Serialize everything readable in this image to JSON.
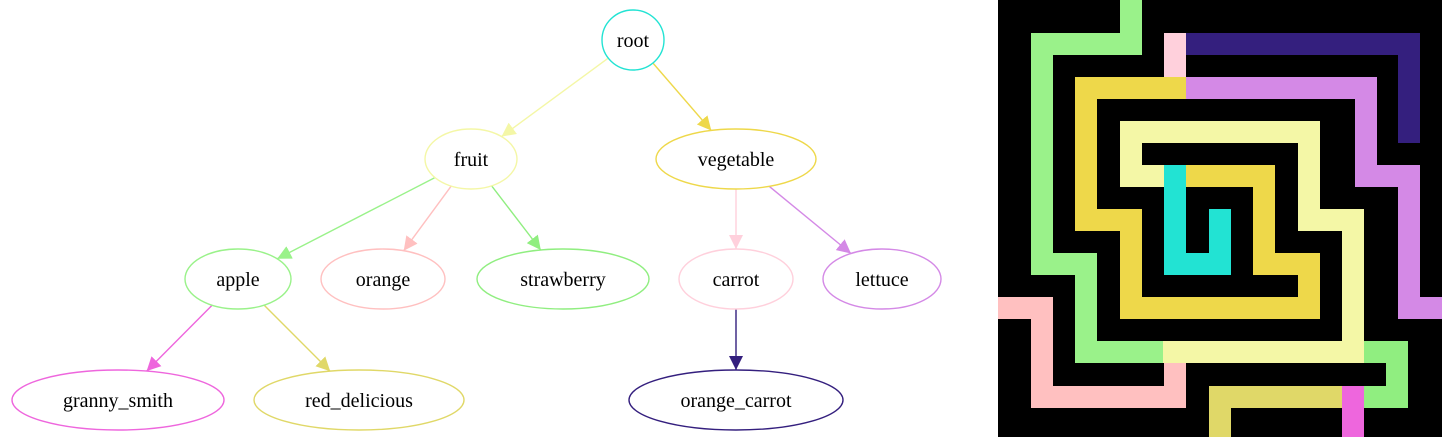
{
  "tree": {
    "nodes": [
      {
        "id": "root",
        "label": "root",
        "color": "#22e3d3"
      },
      {
        "id": "fruit",
        "label": "fruit",
        "color": "#f4f7a6"
      },
      {
        "id": "vegetable",
        "label": "vegetable",
        "color": "#eed84a"
      },
      {
        "id": "apple",
        "label": "apple",
        "color": "#9af28a"
      },
      {
        "id": "orange",
        "label": "orange",
        "color": "#ffc0c0"
      },
      {
        "id": "strawberry",
        "label": "strawberry",
        "color": "#90ee80"
      },
      {
        "id": "carrot",
        "label": "carrot",
        "color": "#ffd0dc"
      },
      {
        "id": "lettuce",
        "label": "lettuce",
        "color": "#d489e6"
      },
      {
        "id": "granny_smith",
        "label": "granny_smith",
        "color": "#ee66dd"
      },
      {
        "id": "red_delicious",
        "label": "red_delicious",
        "color": "#e0d868"
      },
      {
        "id": "orange_carrot",
        "label": "orange_carrot",
        "color": "#341f7e"
      }
    ],
    "edges": [
      {
        "from": "root",
        "to": "fruit",
        "color": "#f4f7a6"
      },
      {
        "from": "root",
        "to": "vegetable",
        "color": "#eed84a"
      },
      {
        "from": "fruit",
        "to": "apple",
        "color": "#9af28a"
      },
      {
        "from": "fruit",
        "to": "orange",
        "color": "#ffc0c0"
      },
      {
        "from": "fruit",
        "to": "strawberry",
        "color": "#90ee80"
      },
      {
        "from": "vegetable",
        "to": "carrot",
        "color": "#ffd0dc"
      },
      {
        "from": "vegetable",
        "to": "lettuce",
        "color": "#d489e6"
      },
      {
        "from": "apple",
        "to": "granny_smith",
        "color": "#ee66dd"
      },
      {
        "from": "apple",
        "to": "red_delicious",
        "color": "#e0d868"
      },
      {
        "from": "carrot",
        "to": "orange_carrot",
        "color": "#341f7e"
      }
    ]
  },
  "maze": {
    "background": "#000000",
    "paths": [
      {
        "id": "root",
        "color": "#22e3d3"
      },
      {
        "id": "fruit",
        "color": "#f4f7a6"
      },
      {
        "id": "vegetable",
        "color": "#eed84a"
      },
      {
        "id": "apple",
        "color": "#9af28a"
      },
      {
        "id": "strawberry",
        "color": "#90ee80"
      },
      {
        "id": "orange",
        "color": "#ffc0c0"
      },
      {
        "id": "carrot",
        "color": "#ffd0dc"
      },
      {
        "id": "lettuce",
        "color": "#d489e6"
      },
      {
        "id": "granny_smith",
        "color": "#ee66dd"
      },
      {
        "id": "red_delicious",
        "color": "#e0d868"
      },
      {
        "id": "orange_carrot",
        "color": "#341f7e"
      }
    ]
  }
}
